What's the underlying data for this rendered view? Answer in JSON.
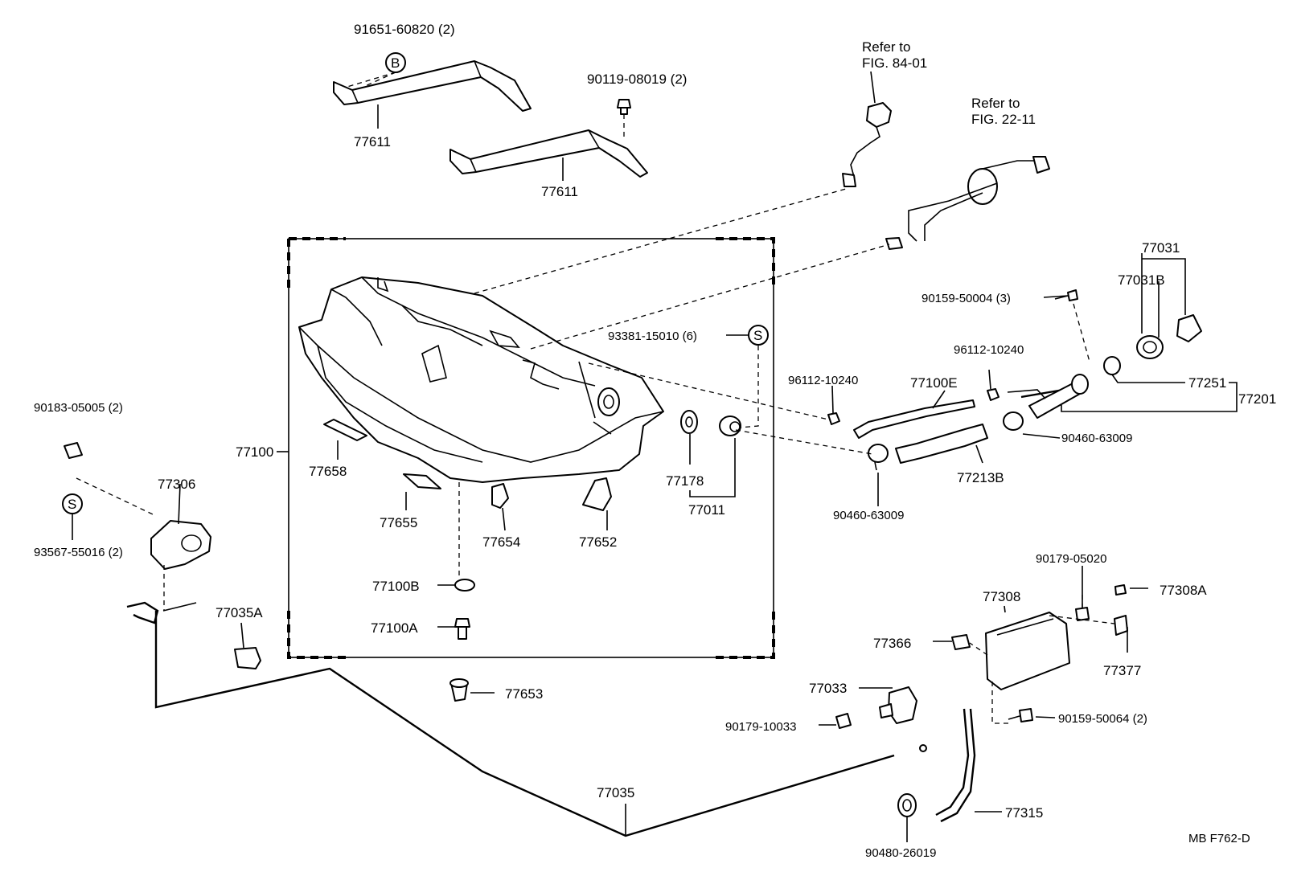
{
  "labels": {
    "p91651": "91651-60820 (2)",
    "p90119": "90119-08019 (2)",
    "p77611a": "77611",
    "p77611b": "77611",
    "ref1_line1": "Refer to",
    "ref1_line2": "FIG. 84-01",
    "ref2_line1": "Refer to",
    "ref2_line2": "FIG. 22-11",
    "p77031": "77031",
    "p77031B": "77031B",
    "p90159_3": "90159-50004 (3)",
    "p93381": "93381-15010 (6)",
    "p96112a": "96112-10240",
    "p96112b": "96112-10240",
    "p77100E": "77100E",
    "p77251": "77251",
    "p77201": "77201",
    "p90460a": "90460-63009",
    "p90460b": "90460-63009",
    "p77213B": "77213B",
    "p77100": "77100",
    "p77658": "77658",
    "p77655": "77655",
    "p77654": "77654",
    "p77652": "77652",
    "p77178": "77178",
    "p77011": "77011",
    "p77100B": "77100B",
    "p77100A": "77100A",
    "p77653": "77653",
    "p90183": "90183-05005 (2)",
    "p77306": "77306",
    "p93567": "93567-55016 (2)",
    "p77035A": "77035A",
    "p77035": "77035",
    "p90179_05020": "90179-05020",
    "p77308A": "77308A",
    "p77308": "77308",
    "p77366": "77366",
    "p77377": "77377",
    "p77033": "77033",
    "p90179_10033": "90179-10033",
    "p90159_2": "90159-50064 (2)",
    "p77315": "77315",
    "p90480": "90480-26019",
    "code": "MB  F762-D"
  },
  "symbols": {
    "B": "B",
    "S1": "S",
    "S2": "S"
  }
}
